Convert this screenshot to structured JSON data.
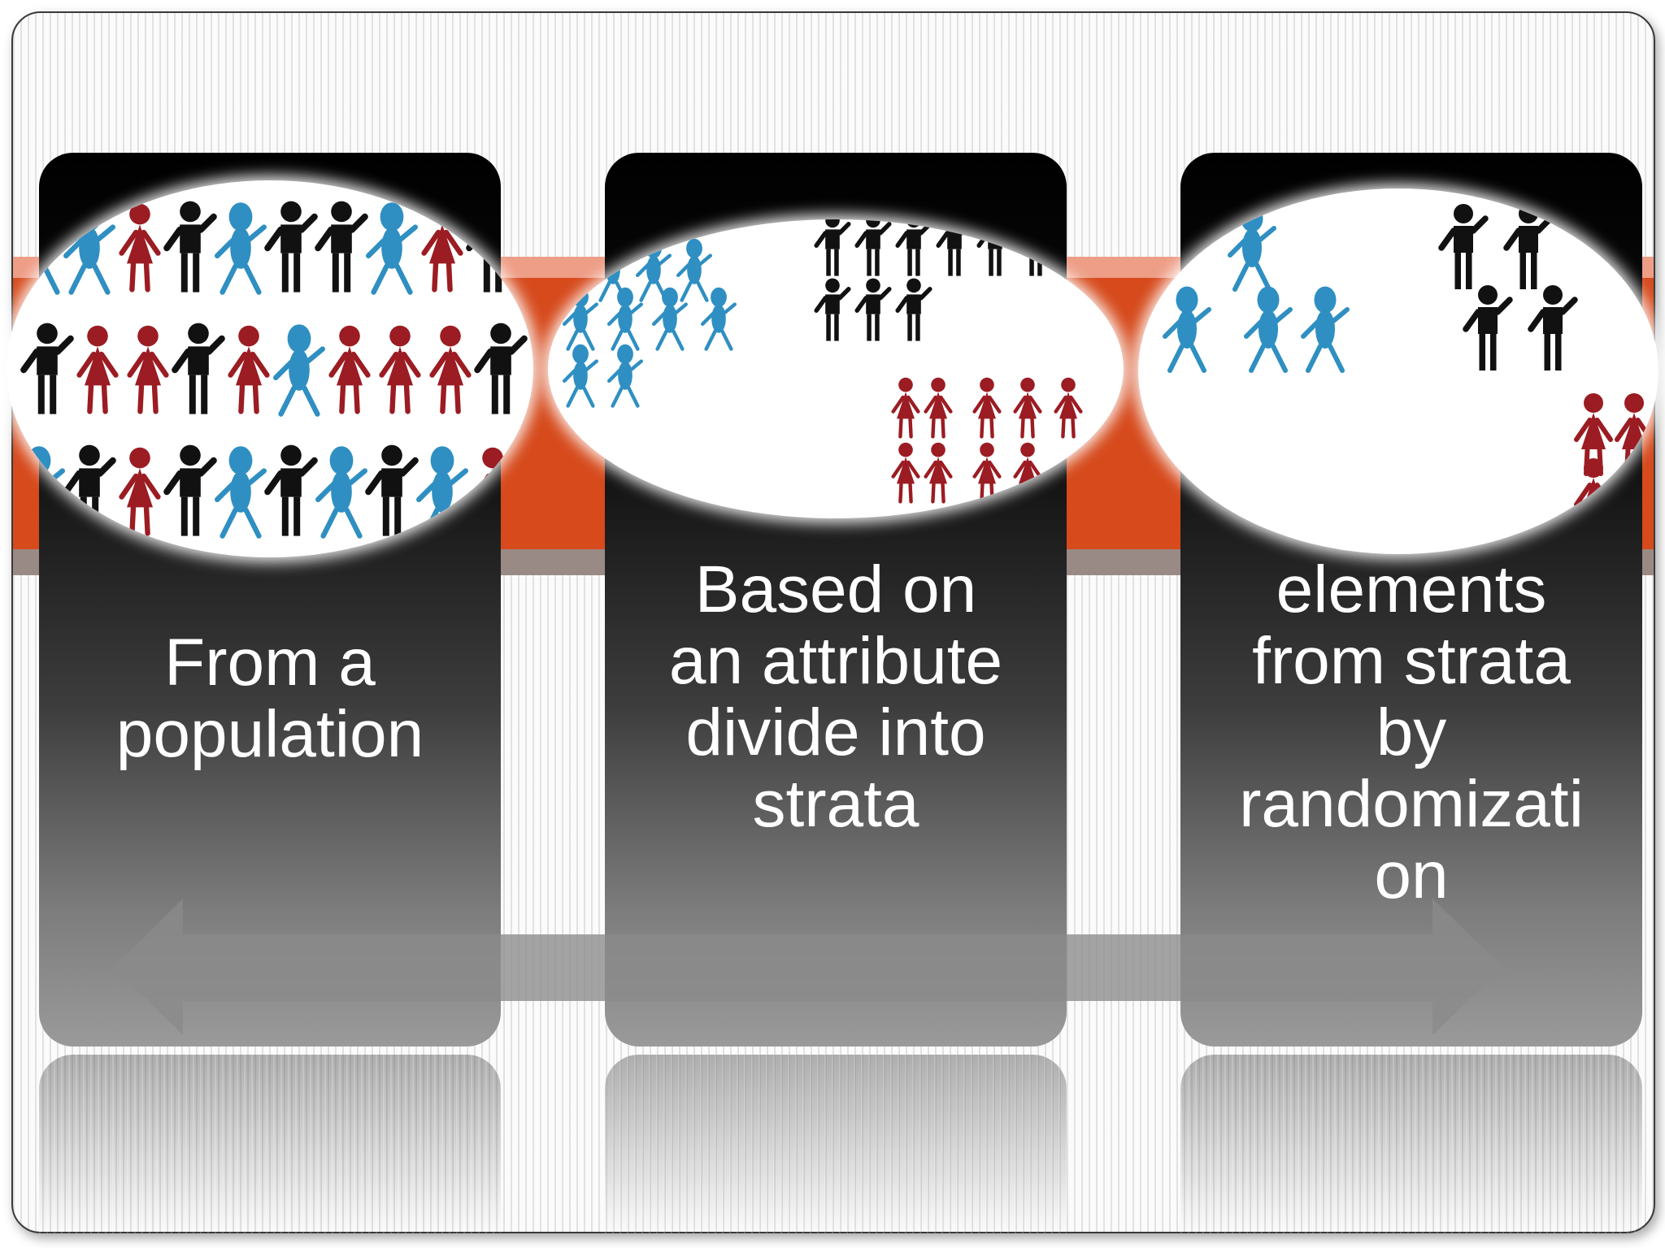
{
  "panels": [
    {
      "lines": [
        "From a",
        "population"
      ]
    },
    {
      "lines": [
        "Based on",
        "an attribute",
        "divide into",
        "strata"
      ]
    },
    {
      "lines": [
        "elements",
        "from strata",
        "by",
        "randomizati",
        "on"
      ]
    }
  ],
  "colors": {
    "band": "#d64a1c",
    "band_light": "#ee9d86",
    "figure_blue": "#2f8fc2",
    "figure_red": "#9b1c22",
    "figure_black": "#111111",
    "arrow": "#8a8a8a"
  },
  "icons": [
    "population-people-icon",
    "stratified-groups-icon",
    "sampled-groups-icon",
    "double-arrow-icon"
  ]
}
